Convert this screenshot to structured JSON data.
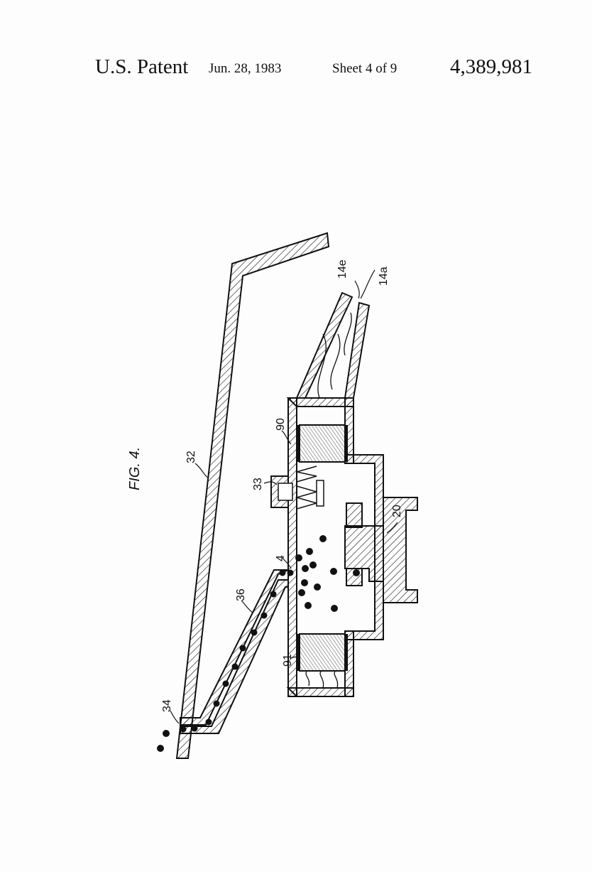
{
  "header": {
    "title": "U.S. Patent",
    "date": "Jun. 28, 1983",
    "sheet": "Sheet 4 of 9",
    "patent_number": "4,389,981"
  },
  "figure": {
    "caption": "FIG. 4.",
    "labels": {
      "l32": "32",
      "l33": "33",
      "l90": "90",
      "l14e": "14e",
      "l14a": "14a",
      "l20": "20",
      "l4": "4",
      "l36": "36",
      "l91": "91",
      "l34": "34"
    }
  },
  "colors": {
    "ink": "#111111",
    "paper": "#fdfdfd"
  }
}
